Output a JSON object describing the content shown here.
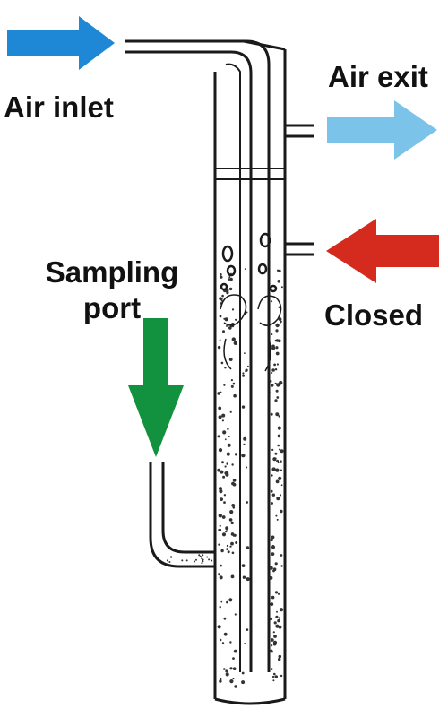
{
  "labels": {
    "air_inlet": "Air inlet",
    "air_exit": "Air exit",
    "sampling_line1": "Sampling",
    "sampling_line2": "port",
    "closed": "Closed"
  },
  "arrows": {
    "air_inlet": {
      "color": "#1e88d6",
      "direction": "right"
    },
    "air_exit": {
      "color": "#7cc3ea",
      "direction": "right"
    },
    "closed": {
      "color": "#d42b1e",
      "direction": "left"
    },
    "sampling_port": {
      "color": "#12923f",
      "direction": "down"
    }
  },
  "colors": {
    "outline": "#1a1a1a",
    "bubbles": "#333333"
  }
}
